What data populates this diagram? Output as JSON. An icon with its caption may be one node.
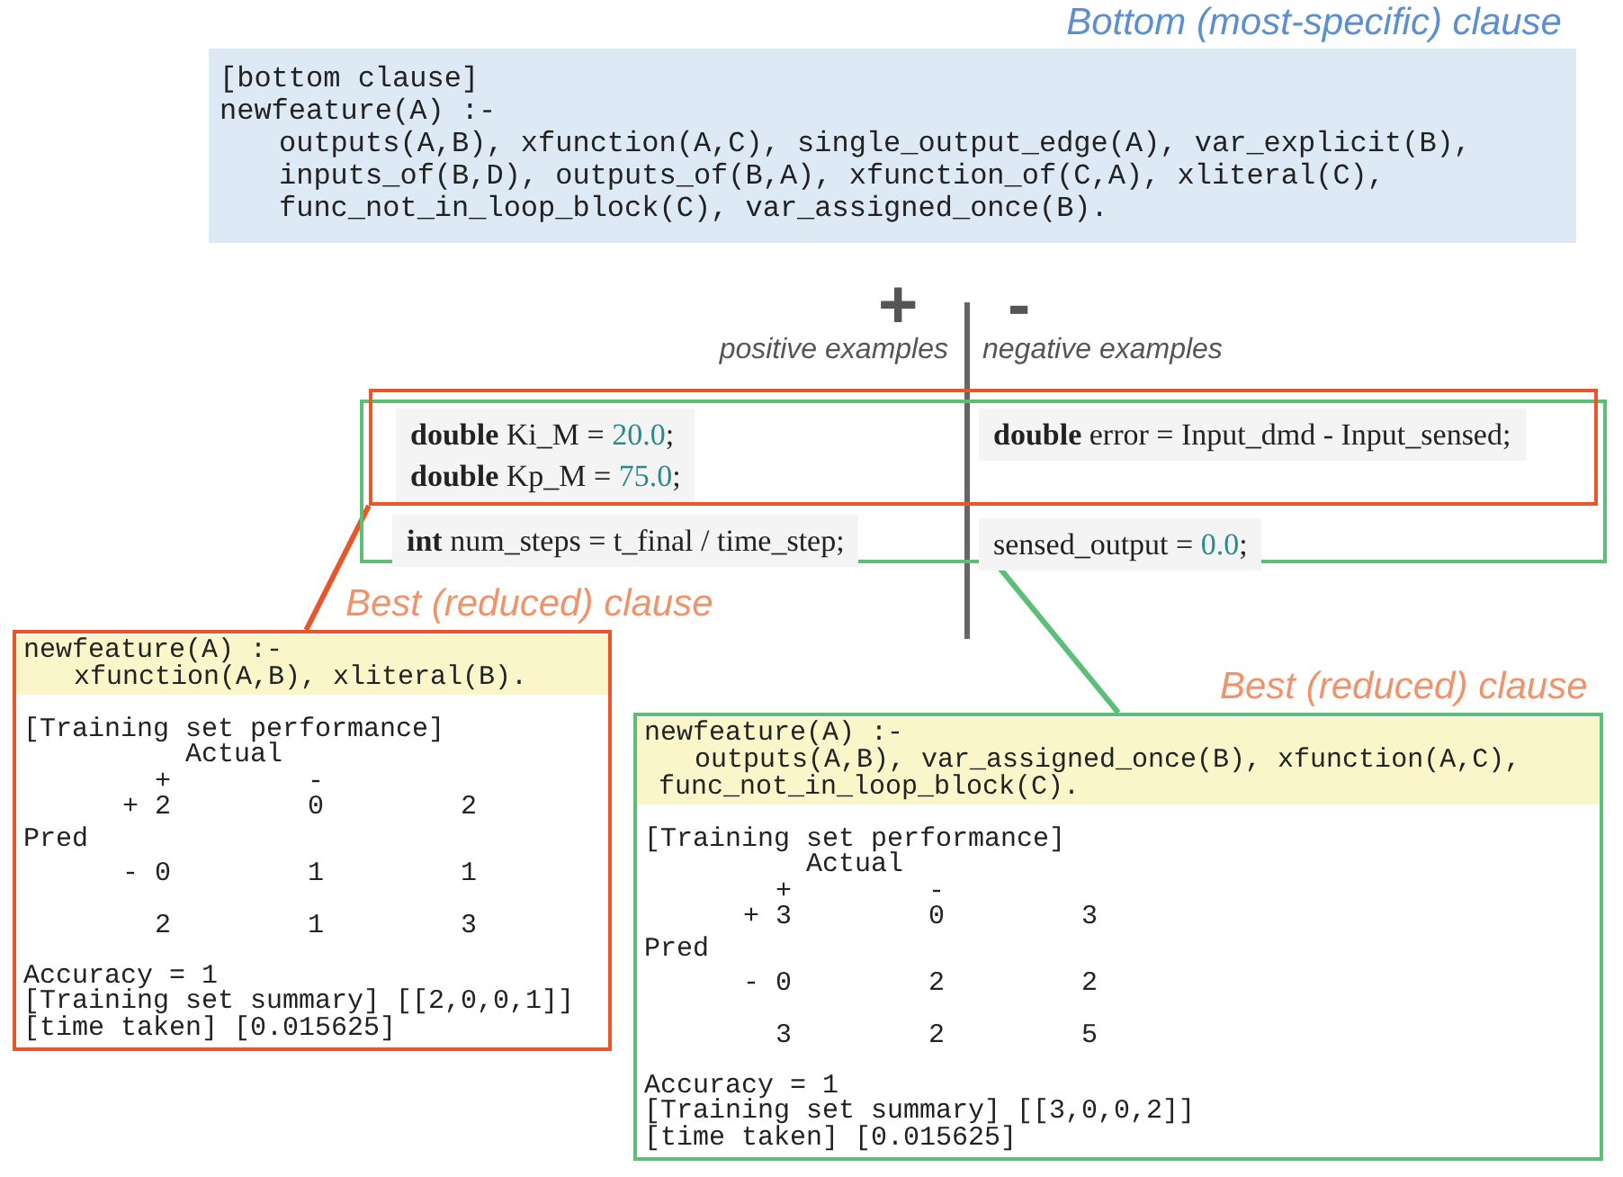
{
  "diagram": {
    "nodes": [
      {
        "text": [
          "Bottom (most-specific) clause",
          "[bottom clause]",
          "newfeature(A) :-",
          "outputs(A,B), xfunction(A,C), single_output_edge(A), var_explicit(B),",
          "inputs_of(B,D), outputs_of(B,A), xfunction_of(C,A), xliteral(C),",
          "func_not_in_loop_block(C), var_assigned_once(B)."
        ]
      },
      {
        "text": [],
        "shape": "box"
      },
      {
        "text": [],
        "shape": "box"
      },
      {
        "text": [
          "**double** Ki_M = 20.0;",
          "**double** Kp_M = 75.0;"
        ],
        "in": 1
      },
      {
        "text": [
          "**double** error = Input_dmd - Input_sensed;"
        ],
        "in": 1
      },
      {
        "text": [
          "**int** num_steps = t_final / time_step;"
        ],
        "in": 2
      },
      {
        "text": [
          "sensed_output = 0.0;"
        ],
        "in": 2
      },
      {
        "text": [
          "Best (reduced) clause",
          "newfeature(A) :-",
          "xfunction(A,B), xliteral(B).",
          "[Training set performance]",
          "Actual",
          "+",
          "-",
          "+",
          "2",
          "0",
          "2",
          "Pred",
          "-",
          "0",
          "1",
          "1",
          "2",
          "1",
          "3",
          "Accuracy = 1",
          "[Training set summary] [[2,0,0,1]]",
          "[time taken] [0.015625]"
        ]
      },
      {
        "text": [
          "Best (reduced) clause",
          "newfeature(A) :-",
          "outputs(A,B), var_assigned_once(B), xfunction(A,C),",
          "func_not_in_loop_block(C).",
          "[Training set performance]",
          "Actual",
          "+",
          "-",
          "+",
          "3",
          "0",
          "3",
          "Pred",
          "-",
          "0",
          "2",
          "2",
          "3",
          "2",
          "5",
          "Accuracy = 1",
          "[Training set summary] [[3,0,0,2]]",
          "[time taken] [0.015625]"
        ]
      }
    ],
    "edges": [
      {
        "from": 1,
        "to": 7,
        "arrow": "none",
        "color": "#e8562a"
      },
      {
        "from": 2,
        "to": 8,
        "arrow": "none",
        "color": "#5cbf78"
      }
    ],
    "labels": [
      "+",
      "-",
      "positive examples",
      "negative examples"
    ]
  }
}
